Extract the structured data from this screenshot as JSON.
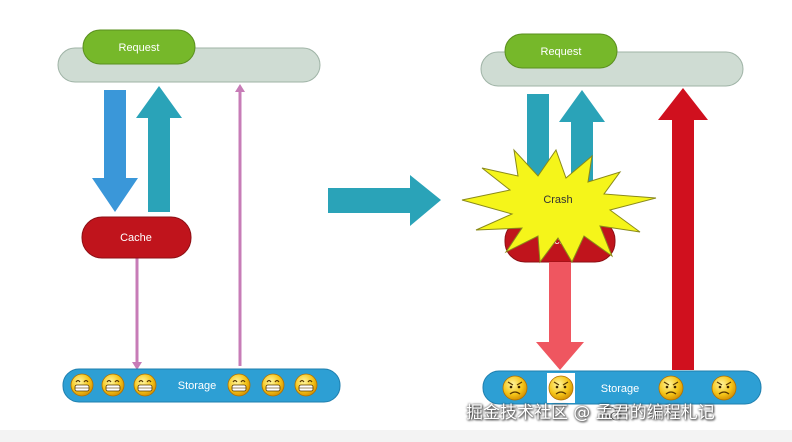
{
  "colors": {
    "request_pill": "#76b82a",
    "request_bar": "#cfdcd3",
    "cache_pill": "#c0141c",
    "storage_bar": "#2d9fd4",
    "blue_arrow": "#3a97d9",
    "teal_arrow": "#2aa3b8",
    "pink_line": "#c77cb7",
    "red_arrow": "#d0101e",
    "salmon_arrow": "#ef5660",
    "crash_fill": "#f5f51a",
    "crash_stroke": "#8a8a1a",
    "big_arrow": "#2aa3b8"
  },
  "left": {
    "request": "Request",
    "cache": "Cache",
    "storage": "Storage",
    "emoji_count_left": 3,
    "emoji_count_right": 3
  },
  "right": {
    "request": "Request",
    "crash": "Crash",
    "cache_partial": "ache",
    "storage": "Storage"
  },
  "icons": {
    "emoji": "grinning-face-icon",
    "angry": "angry-face-icon",
    "transition": "arrow-right-icon",
    "watermark": "wechat-icon"
  },
  "watermark": {
    "text": "掘金技术社区 @ 孟君的编程札记"
  }
}
